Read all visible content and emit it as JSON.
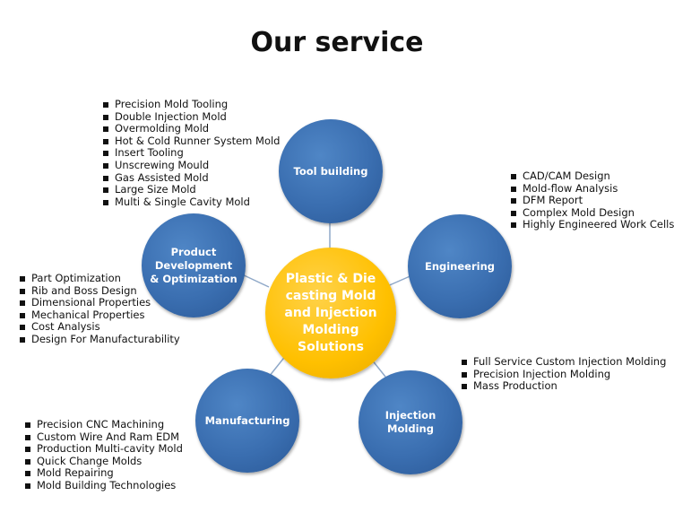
{
  "title": "Our service",
  "center": {
    "label": "Plastic & Die casting Mold and Injection Molding Solutions"
  },
  "nodes": [
    {
      "label": "Tool building"
    },
    {
      "label": "Engineering"
    },
    {
      "label": "Injection\nMolding"
    },
    {
      "label": "Manufacturing"
    },
    {
      "label": "Product\nDevelopment\n& Optimization"
    }
  ],
  "lists": {
    "tool_building": [
      "Precision Mold Tooling",
      "Double Injection Mold",
      "Overmolding Mold",
      "Hot & Cold Runner System Mold",
      "Insert Tooling",
      "Unscrewing Mould",
      "Gas Assisted Mold",
      "Large Size Mold",
      "Multi & Single Cavity Mold"
    ],
    "engineering": [
      "CAD/CAM Design",
      "Mold-flow Analysis",
      "DFM Report",
      "Complex Mold Design",
      "Highly Engineered Work Cells"
    ],
    "injection_molding": [
      "Full Service Custom Injection Molding",
      "Precision Injection Molding",
      "Mass Production"
    ],
    "manufacturing": [
      "Precision CNC Machining",
      "Custom Wire And Ram EDM",
      "Production Multi-cavity Mold",
      "Quick Change Molds",
      "Mold Repairing",
      "Mold Building Technologies"
    ],
    "product_development": [
      "Part Optimization",
      "Rib and Boss Design",
      "Dimensional Properties",
      "Mechanical Properties",
      "Cost Analysis",
      "Design For Manufacturability"
    ]
  },
  "colors": {
    "node": "#3a6eb0",
    "center": "#ffc000",
    "connector": "#8fa8c8"
  }
}
